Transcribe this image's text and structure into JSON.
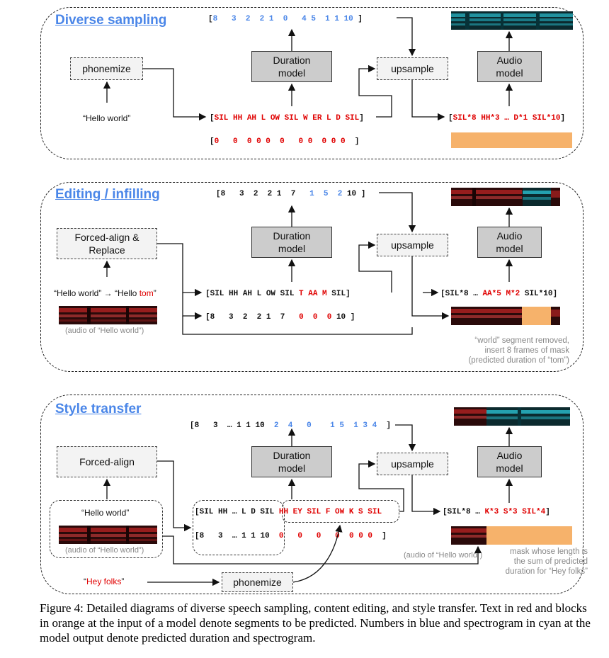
{
  "colors": {
    "blue": "#4a86e8",
    "red": "#e00000",
    "orange": "#f6b26b",
    "cyan": "#2bbfd0",
    "spec_red": "#b22222"
  },
  "panel1": {
    "title": "Diverse sampling",
    "durations_out": [
      "8",
      "3",
      "2",
      "2",
      "1",
      "0",
      "4",
      "5",
      "1",
      "1",
      "10"
    ],
    "phonemize": "phonemize",
    "duration_model": "Duration model",
    "upsample": "upsample",
    "audio_model": "Audio model",
    "input_text": "“Hello world”",
    "phones": "SIL HH AH L OW SIL W ER L D SIL",
    "durations_in": [
      "0",
      "0",
      "0",
      "0",
      "0",
      "0",
      "0",
      "0",
      "0",
      "0",
      "0"
    ],
    "upsampled": "SIL*8 HH*3 … D*1 SIL*10"
  },
  "panel2": {
    "title": "Editing / infilling",
    "durations_out_known": [
      "8",
      "3",
      "2",
      "2",
      "1",
      "7"
    ],
    "durations_out_pred": [
      "1",
      "5",
      "2"
    ],
    "durations_out_last": "10",
    "forced_align": "Forced-align & Replace",
    "duration_model": "Duration model",
    "upsample": "upsample",
    "audio_model": "Audio model",
    "edit_text_prefix": "“Hello world” → “Hello ",
    "edit_text_red": "tom",
    "edit_text_suffix": "”",
    "audio_caption": "(audio of “Hello world”)",
    "phones_known": "SIL HH AH L OW SIL",
    "phones_new": "T AA M",
    "phones_end": "SIL",
    "durations_in_known": [
      "8",
      "3",
      "2",
      "2",
      "1",
      "7"
    ],
    "durations_in_masked": [
      "0",
      "0",
      "0"
    ],
    "durations_in_last": "10",
    "upsampled_known": "SIL*8 …",
    "upsampled_new": "AA*5 M*2",
    "upsampled_end": "SIL*10",
    "note": [
      "“world” segment removed,",
      "insert 8 frames of mask",
      "(predicted duration of “tom”)"
    ]
  },
  "panel3": {
    "title": "Style transfer",
    "durations_out_known": [
      "8",
      "3",
      "…",
      "1",
      "1",
      "10"
    ],
    "durations_out_pred": [
      "2",
      "4",
      "0",
      "1",
      "5",
      "1",
      "3",
      "4"
    ],
    "forced_align": "Forced-align",
    "duration_model": "Duration model",
    "upsample": "upsample",
    "audio_model": "Audio model",
    "source_text": "“Hello world”",
    "audio_caption": "(audio of “Hello world”)",
    "phones_known": "SIL HH … L D SIL",
    "durations_in_known": [
      "8",
      "3",
      "…",
      "1",
      "1",
      "10"
    ],
    "phones_new": "HH EY SIL F OW K S SIL",
    "durations_in_masked": [
      "0",
      "0",
      "0",
      "0",
      "0",
      "0",
      "0"
    ],
    "target_text_prefix": "“",
    "target_text_red": "Hey folks",
    "target_text_suffix": "”",
    "phonemize": "phonemize",
    "upsampled_known": "SIL*8 …",
    "upsampled_new": "K*3 S*3 SIL*4",
    "note": [
      "mask whose length is",
      "the sum of predicted",
      "duration for “Hey folks”"
    ]
  },
  "caption": "Figure 4: Detailed diagrams of diverse speech sampling, content editing, and style transfer. Text in red and blocks in orange at the input of a model denote segments to be predicted. Numbers in blue and spectrogram in cyan at the model output denote predicted duration and spectrogram."
}
